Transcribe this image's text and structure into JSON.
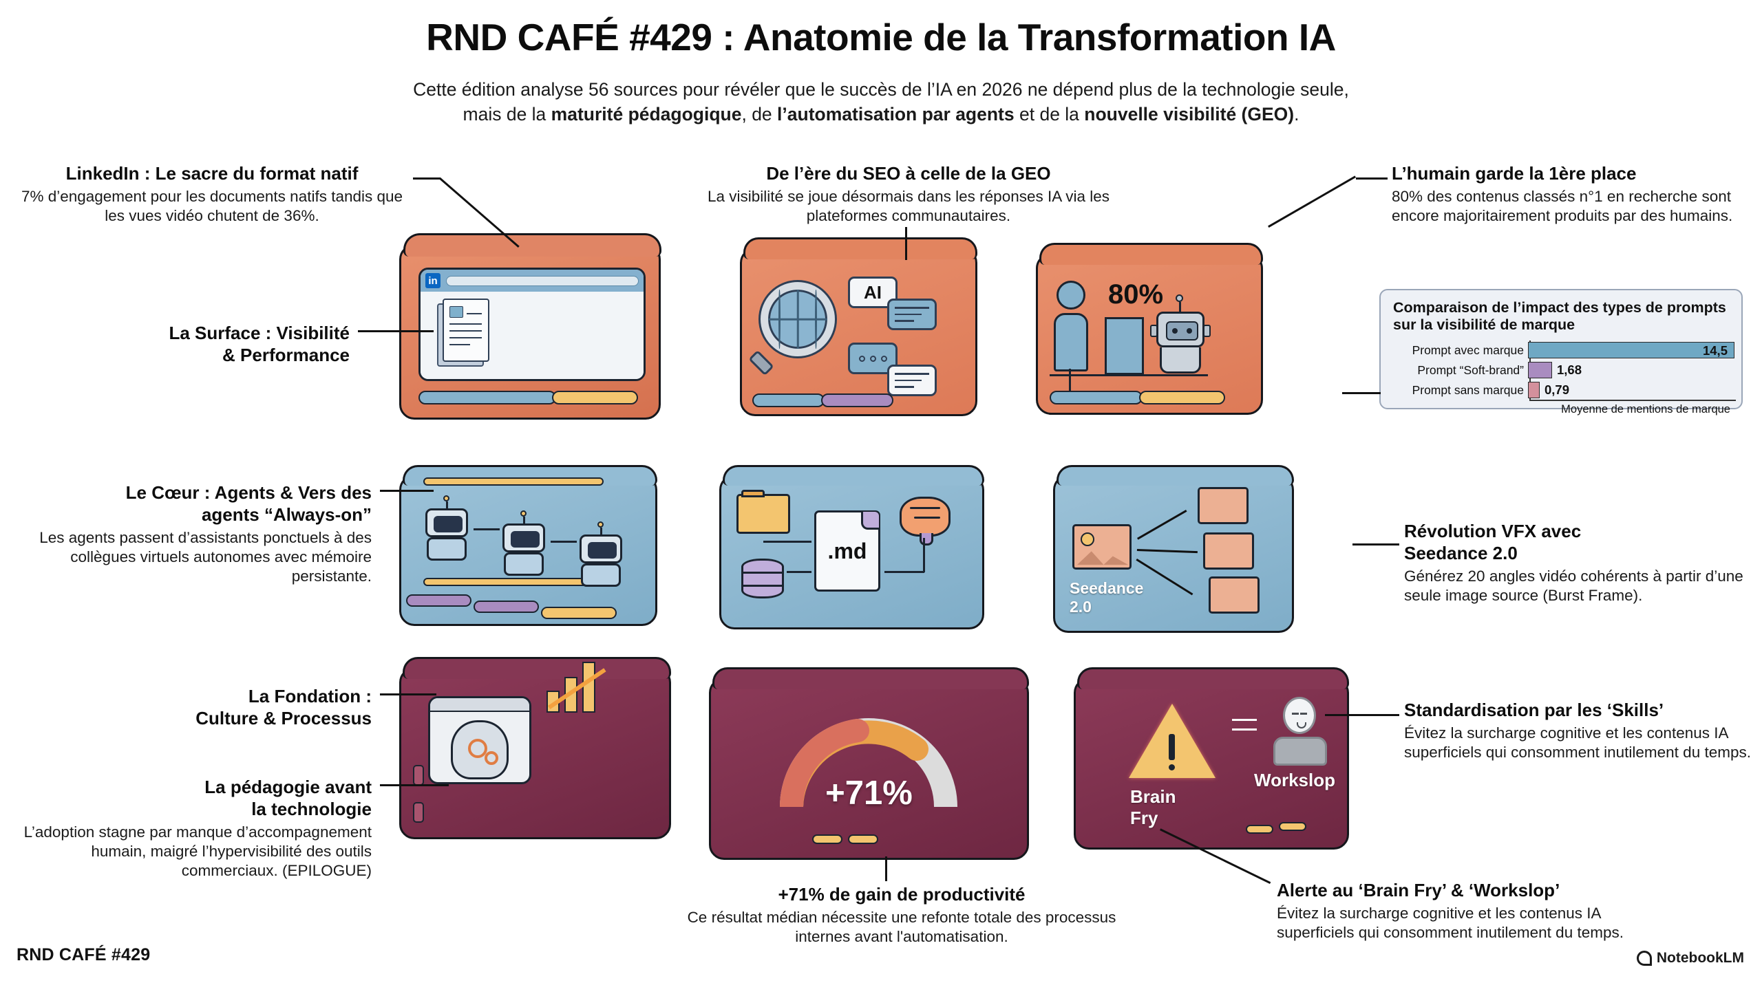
{
  "header": {
    "title": "RND CAFÉ #429 : Anatomie de la Transformation IA",
    "subtitle_line1": "Cette édition analyse 56 sources pour révéler que le succès de l’IA en 2026 ne dépend plus de la technologie seule,",
    "subtitle_line2_a": "mais de la ",
    "subtitle_line2_b": "maturité pédagogique",
    "subtitle_line2_c": ", de ",
    "subtitle_line2_d": "l’automatisation par agents",
    "subtitle_line2_e": " et de la ",
    "subtitle_line2_f": "nouvelle visibilité (GEO)",
    "subtitle_line2_g": "."
  },
  "callouts": {
    "linkedin": {
      "title": "LinkedIn : Le sacre du format natif",
      "body": "7% d’engagement pour les documents natifs tandis que les vues vidéo chutent de 36%."
    },
    "surface": {
      "title_line1": "La Surface : Visibilité",
      "title_line2": "& Performance"
    },
    "geo": {
      "title": "De l’ère du SEO à celle de la GEO",
      "body": "La visibilité se joue désormais dans les réponses IA via les plateformes communautaires."
    },
    "humain": {
      "title": "L’humain garde la 1ère place",
      "body": "80% des contenus classés n°1 en recherche sont encore majoritairement produits par des humains."
    },
    "coeur": {
      "title_line1": "Le Cœur : Agents & Vers des",
      "title_line2": "agents “Always-on”",
      "body": "Les agents passent d’assistants ponctuels à des collègues virtuels autonomes avec mémoire persistante."
    },
    "vfx": {
      "title_line1": "Révolution VFX avec",
      "title_line2": "Seedance 2.0",
      "body": "Générez 20 angles vidéo cohérents à partir d’une seule image source (Burst Frame)."
    },
    "fondation": {
      "title_line1": "La Fondation :",
      "title_line2": "Culture & Processus"
    },
    "pedagogie": {
      "title_line1": "La pédagogie avant",
      "title_line2": "la technologie",
      "body": "L’adoption stagne par manque d’accompagnement humain, maigré l’hypervisibilité des outils commerciaux. (EPILOGUE)"
    },
    "skills": {
      "title": "Standardisation par les ‘Skills’",
      "body": "Évitez la surcharge cognitive et les contenus IA superficiels qui consomment inutilement du temps."
    },
    "productivite": {
      "title": "+71% de gain de productivité",
      "body": "Ce résultat médian nécessite une refonte totale des processus internes avant l'automatisation."
    },
    "brainfry": {
      "title": "Alerte au ‘Brain Fry’ & ‘Workslop’",
      "body": "Évitez la surcharge cognitive et les contenus IA superficiels qui consomment inutilement du temps."
    }
  },
  "chart_data": {
    "type": "bar",
    "orientation": "horizontal",
    "title": "Comparaison de l’impact des types de prompts sur la visibilité de marque",
    "categories": [
      "Prompt avec marque",
      "Prompt “Soft-brand”",
      "Prompt sans marque"
    ],
    "values": [
      14.5,
      1.68,
      0.79
    ],
    "value_labels": [
      "14,5",
      "1,68",
      "0,79"
    ],
    "colors": [
      "#6fa8c4",
      "#a98cc0",
      "#d3909c"
    ],
    "xlabel": "Moyenne de mentions de marque",
    "ylabel": "",
    "xlim": [
      0,
      14.5
    ],
    "grid": false,
    "legend": "none"
  },
  "blocks": {
    "linkedin_icon_label": "in",
    "ai_bubble": "AI",
    "humain_percent": "80%",
    "md_file": ".md",
    "seedance_label": "Seedance 2.0",
    "gauge_value": "+71%",
    "brain_fry_label": "Brain Fry",
    "workslop_label": "Workslop"
  },
  "footer": {
    "left": "RND CAFÉ #429",
    "right": "NotebookLM"
  },
  "colors": {
    "surface_orange": "#e2825f",
    "core_blue": "#8ab6d0",
    "foundation_maroon": "#7d2f4d",
    "accent_yellow": "#f2c272",
    "accent_purple": "#a98cc0"
  }
}
